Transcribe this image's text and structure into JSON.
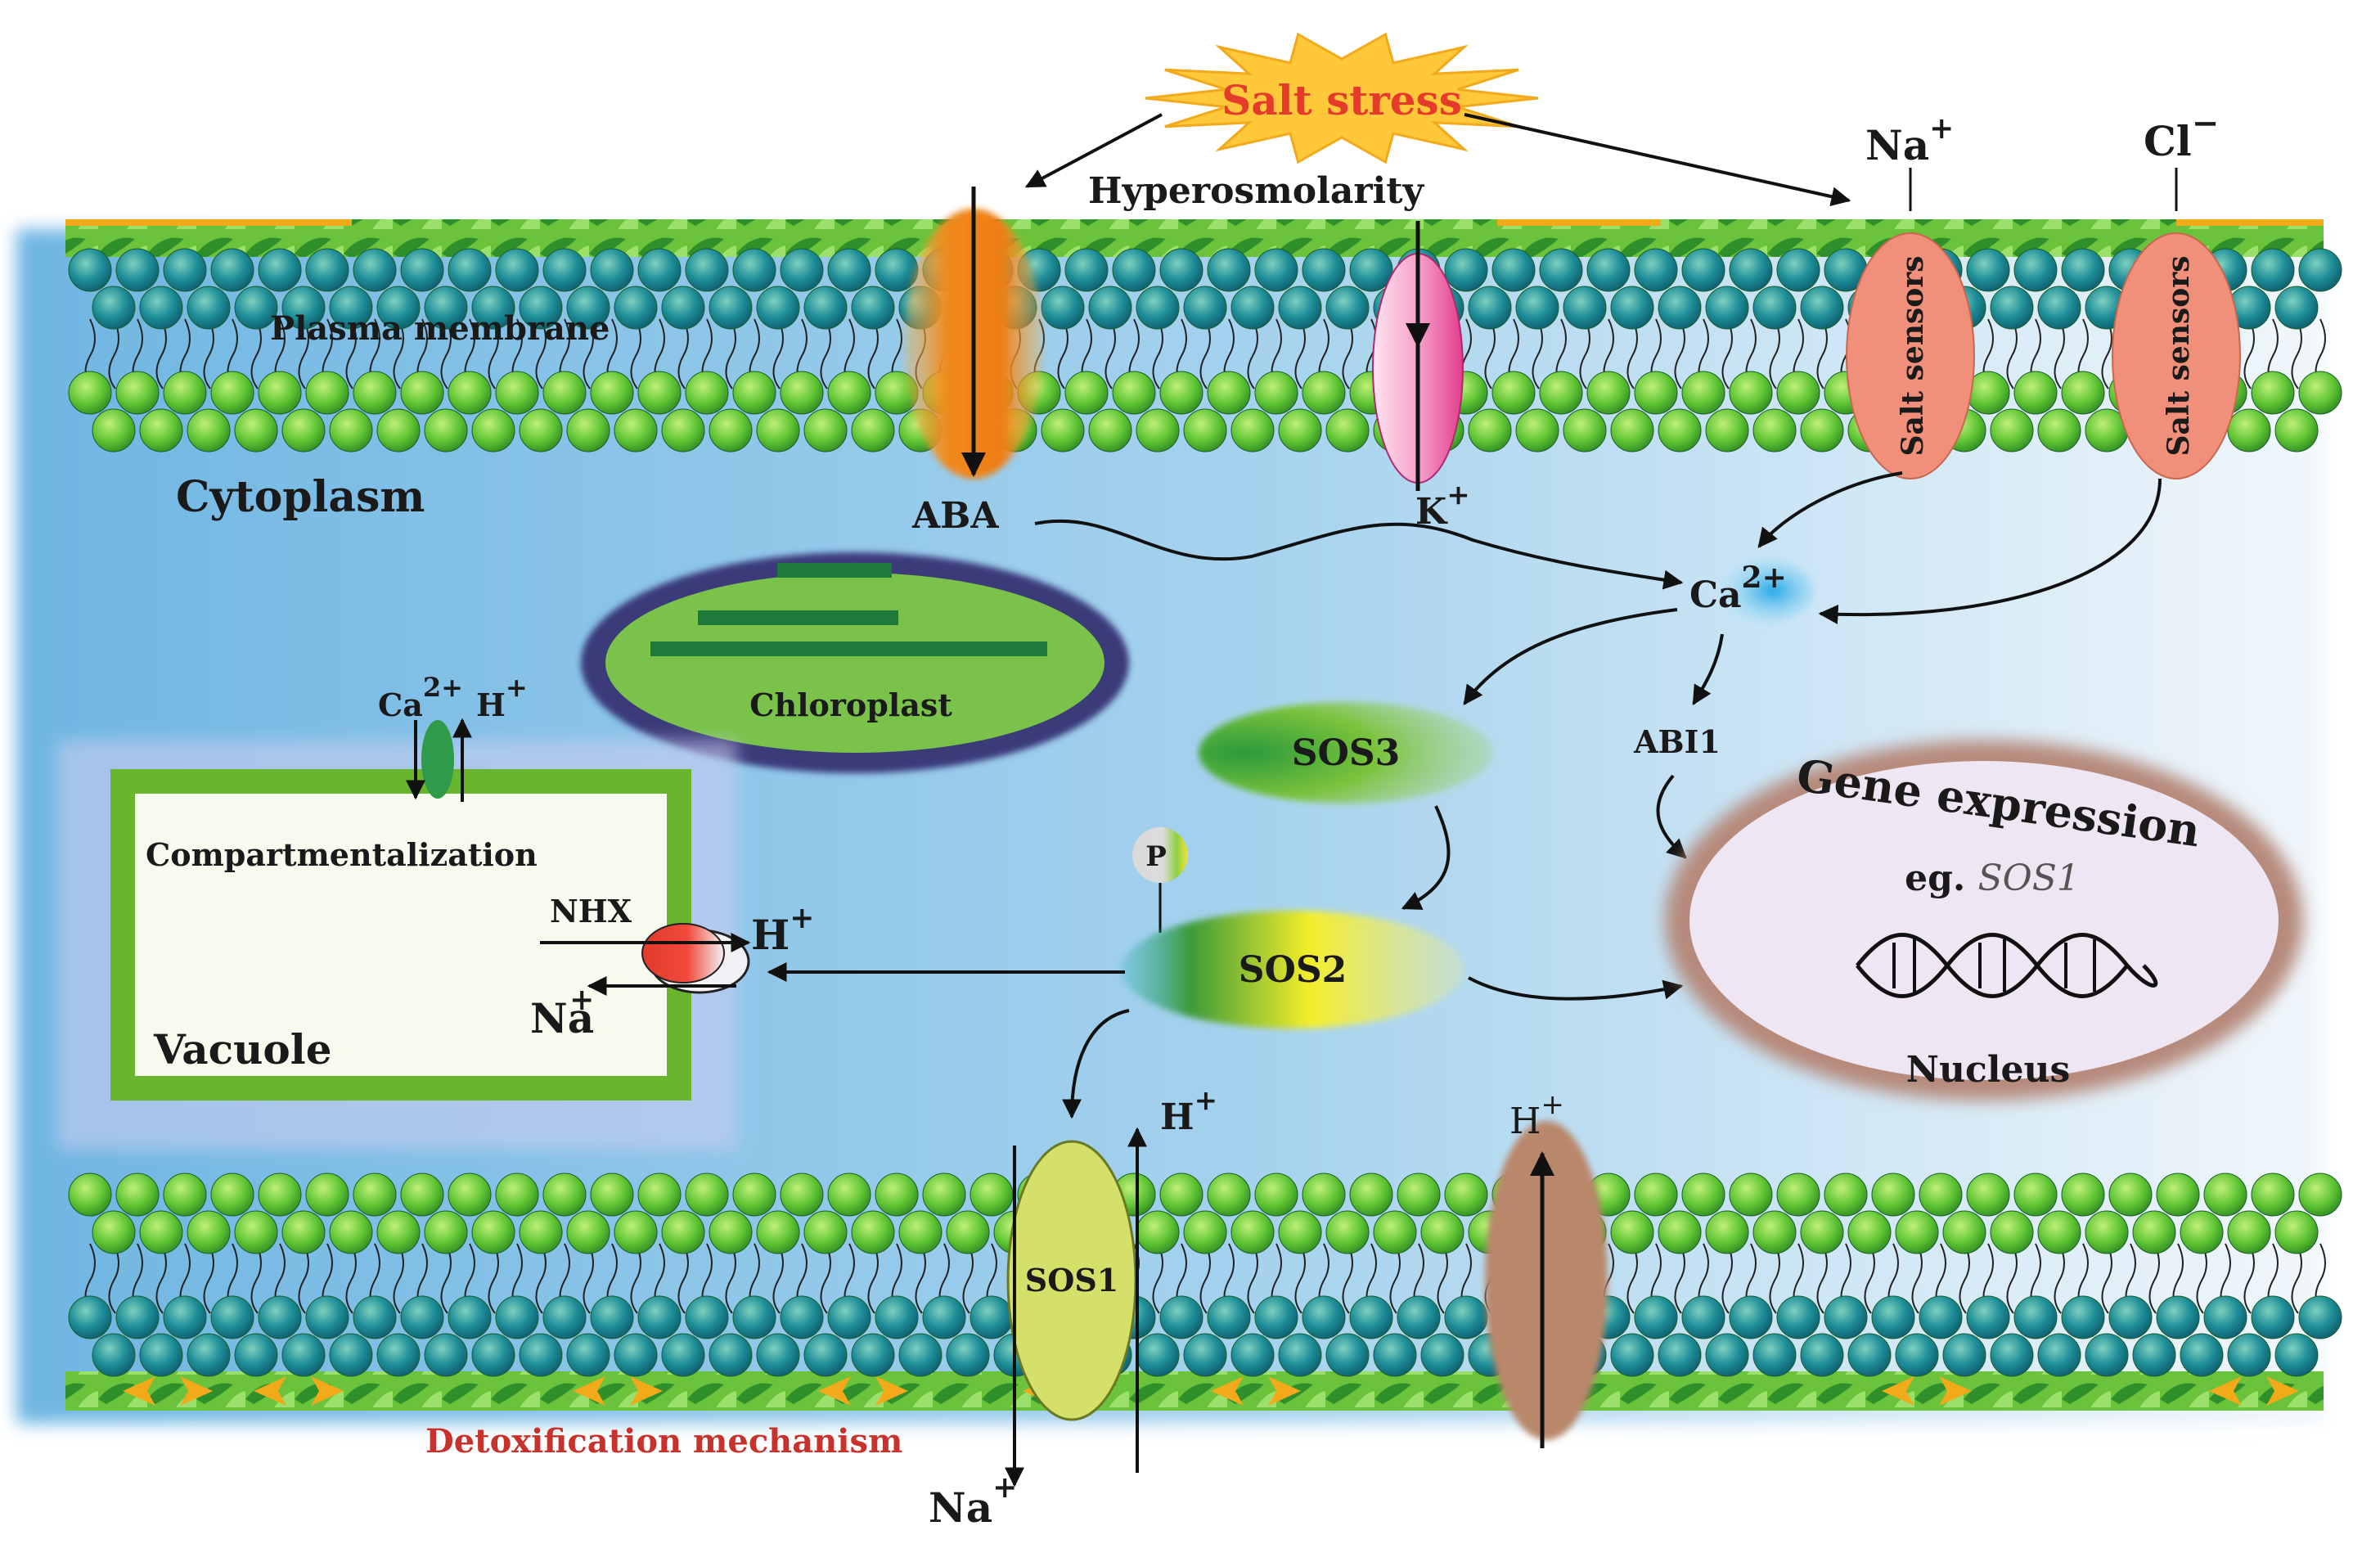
{
  "labels": {
    "salt_stress": "Salt stress",
    "hyperosmolarity": "Hyperosmolarity",
    "na_plus_top": "Na",
    "cl_minus_top": "Cl",
    "plasma_membrane": "Plasma membrane",
    "cytoplasm": "Cytoplasm",
    "salt_sensors": "Salt sensors",
    "aba": "ABA",
    "k_plus": "K",
    "ca2_plus": "Ca",
    "chloroplast": "Chloroplast",
    "vacuole_ca": "Ca",
    "vacuole_h": "H",
    "compartmentalization": "Compartmentalization",
    "nhx": "NHX",
    "h_plus_vacuole": "H",
    "na_plus_vacuole": "Na",
    "vacuole": "Vacuole",
    "sos3": "SOS3",
    "phosphate": "P",
    "sos2": "SOS2",
    "abi1": "ABI1",
    "gene_expression": "Gene expression",
    "eg_prefix": "eg.",
    "eg_gene": "SOS1",
    "nucleus": "Nucleus",
    "sos1": "SOS1",
    "h_plus_sos1": "H",
    "h_plus_pump": "H",
    "detox": "Detoxification mechanism",
    "na_plus_bottom": "Na",
    "charge_plus": "+",
    "charge_minus": "−",
    "charge_2plus": "2+"
  },
  "colors": {
    "salt_star": "#ffc83a",
    "salt_text": "#e53b2b",
    "cytoplasm_bg": "#7fbde3",
    "lipid_head_green": "#6fcf3a",
    "lipid_head_teal": "#1f8f98",
    "aba_channel": "#f08a1e",
    "k_channel": "#e94b9b",
    "salt_sensor": "#f0907a",
    "ca_blob": "#35b6e8",
    "chloroplast_fill": "#7ac24a",
    "chloroplast_rim": "#3b3a7a",
    "vacuole_border": "#69b52e",
    "vacuole_fill": "#f7fbee",
    "sos3": "#7ac23a",
    "sos2": "#f4ee2a",
    "nucleus_rim": "#b68a7c",
    "nucleus_fill": "#eee6f2",
    "sos1": "#d4e06a",
    "h_pump": "#b9876a",
    "nhx_red": "#e23a2a"
  }
}
